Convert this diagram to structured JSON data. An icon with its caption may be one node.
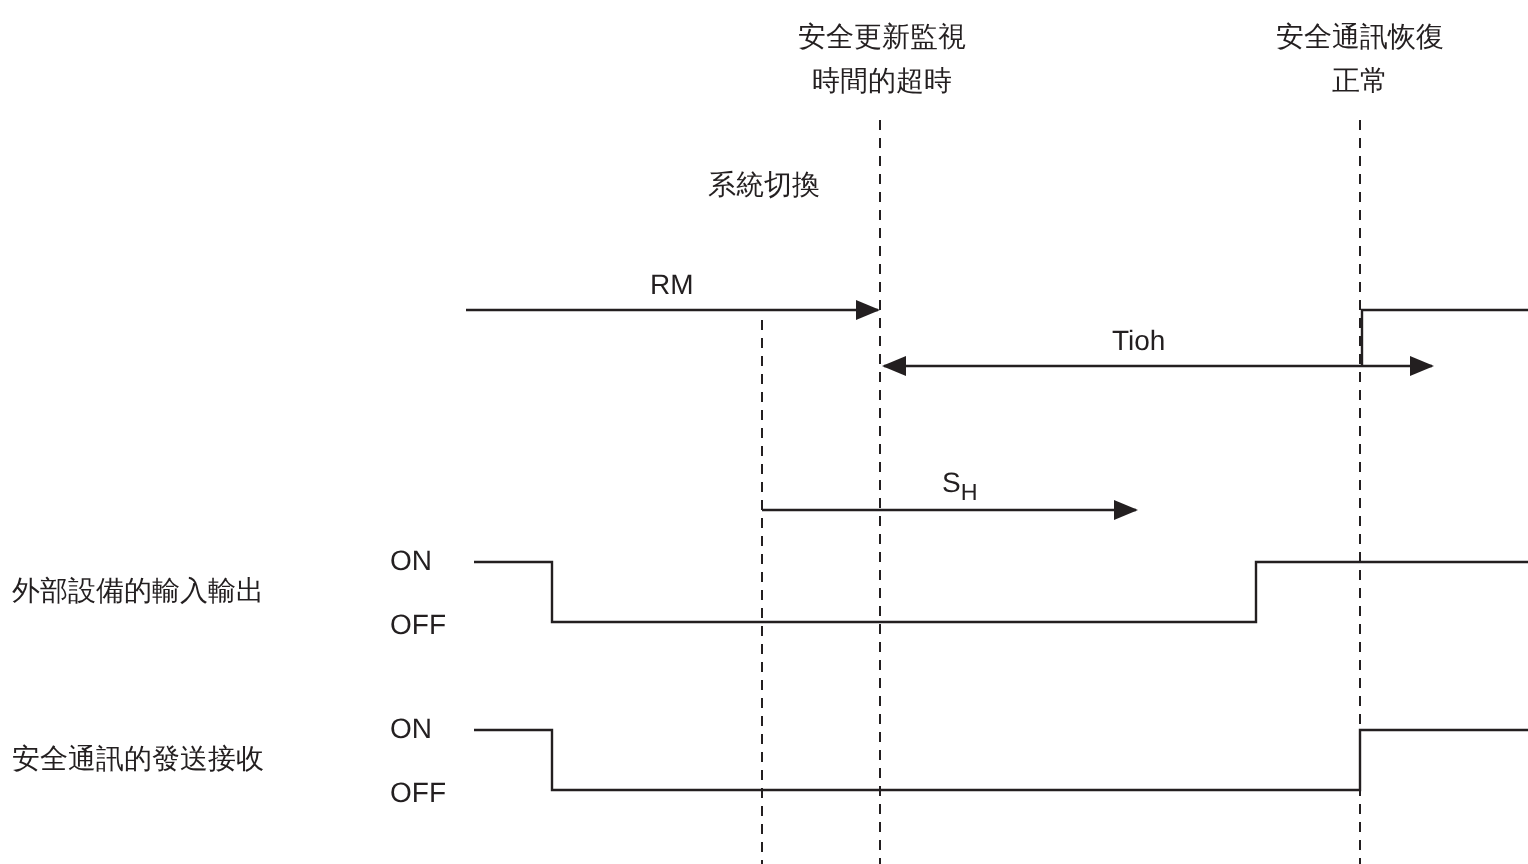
{
  "diagram": {
    "labels": [
      "安全更新監視時間的超時",
      "安全通訊恢復正常",
      "系統切換",
      "RM",
      "Tioh",
      "S$_{H}$",
      "外部設備的輸入輸出",
      "ON",
      "OFF",
      "安全通訊的發送接收",
      "ON",
      "OFF"
    ]
  }
}
